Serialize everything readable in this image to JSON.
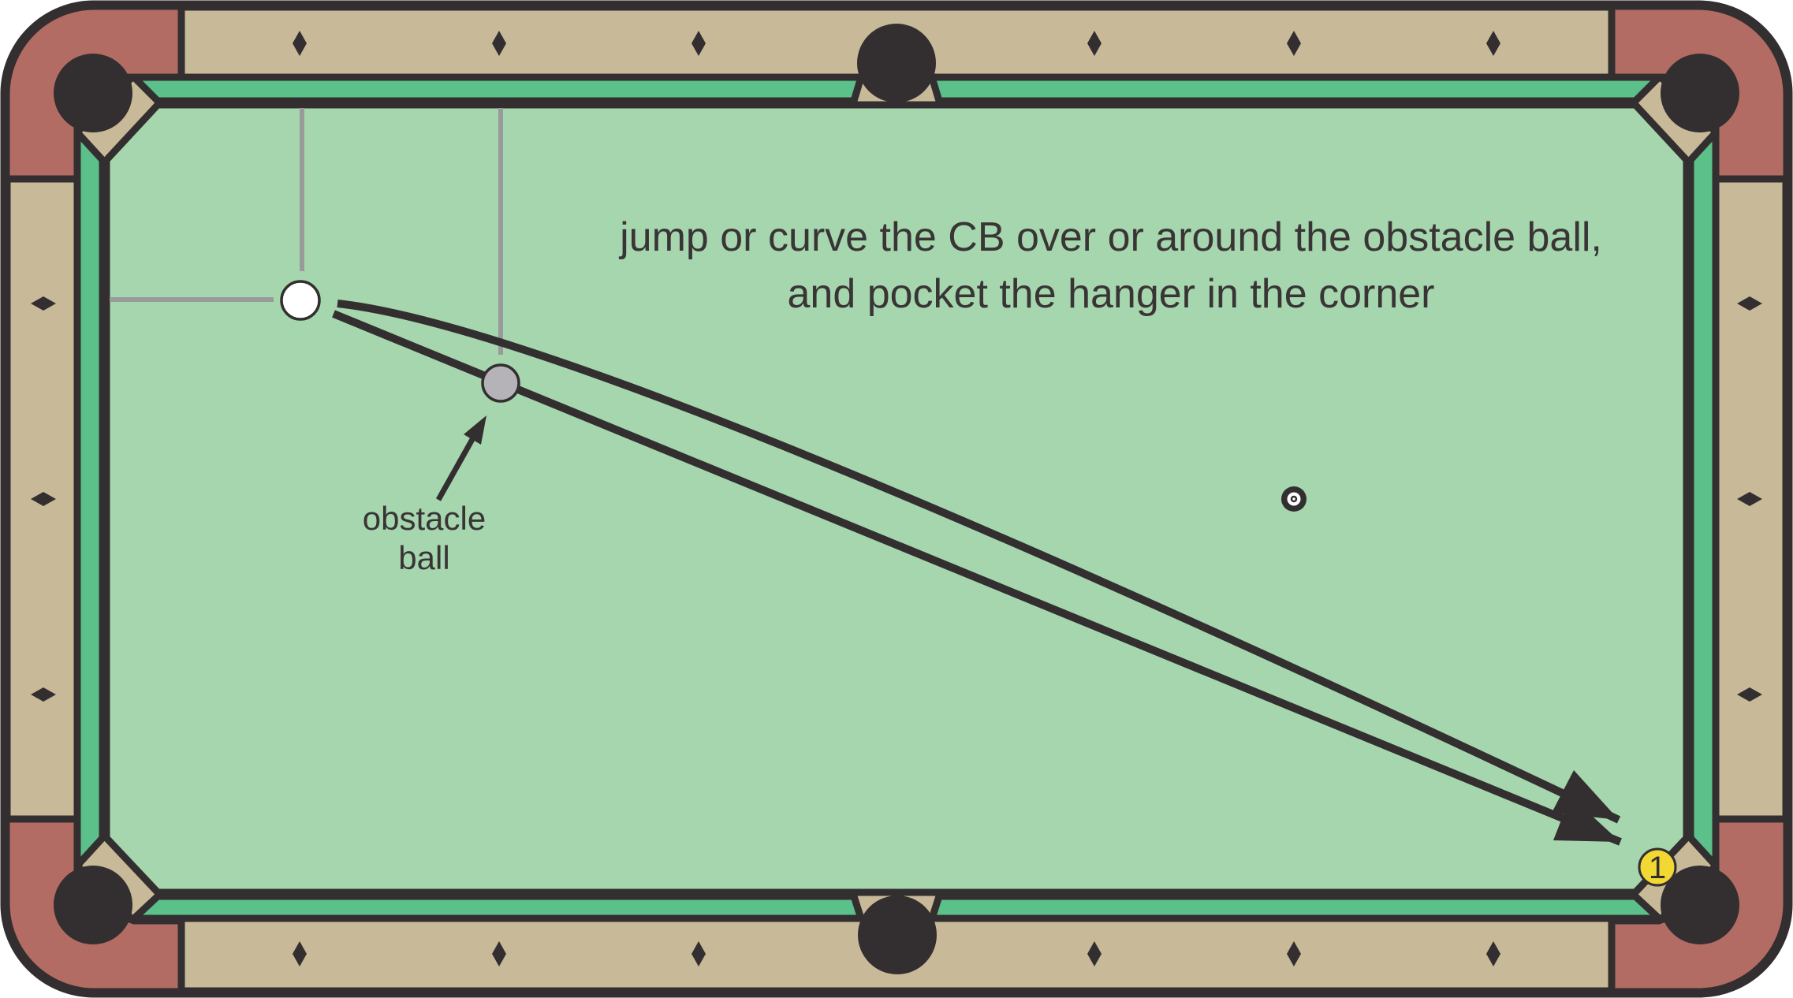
{
  "title": {
    "line1": "jump or curve the CB over or around the obstacle ball,",
    "line2": "and pocket the hanger in the corner"
  },
  "obstacle_label": {
    "line1": "obstacle",
    "line2": "ball"
  },
  "balls": {
    "one_ball_number": "1"
  },
  "colors": {
    "page-bg": "#ffffff",
    "line-dark": "#332f30",
    "rail-tan": "#c8b998",
    "corner-maroon": "#b26c63",
    "cushion-green": "#5cc08a",
    "cloth-green": "#a6d6ad",
    "reference-gray": "#9a9a9a",
    "obstacle-gray": "#b5b3b7",
    "ball-yellow": "#f2d832",
    "cue-white": "#ffffff",
    "text-dark": "#393536"
  }
}
